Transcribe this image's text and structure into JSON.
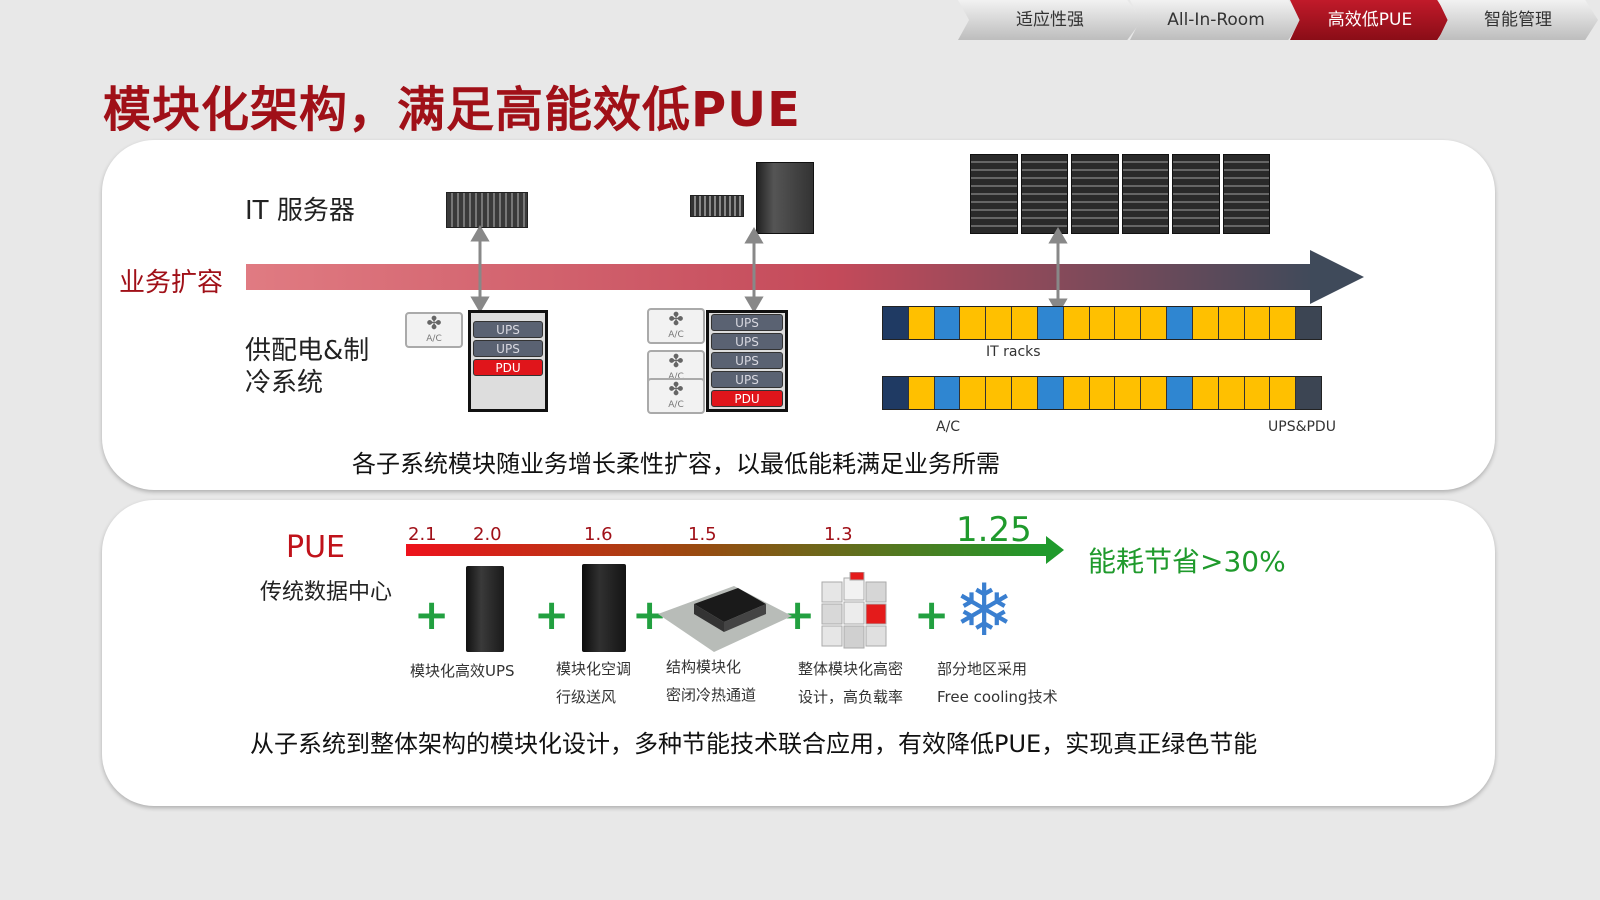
{
  "nav": {
    "tabs": [
      {
        "label": "适应性强",
        "active": false
      },
      {
        "label": "All-In-Room",
        "active": false
      },
      {
        "label": "高效低PUE",
        "active": true
      },
      {
        "label": "智能管理",
        "active": false
      }
    ]
  },
  "title": "模块化架构，满足高能效低PUE",
  "top": {
    "it_servers_label": "IT 服务器",
    "business_expansion_label": "业务扩容",
    "power_cooling_label_line1": "供配电&制",
    "power_cooling_label_line2": "冷系统",
    "ac_fan_text": "A/C",
    "ups_label": "UPS",
    "pdu_label": "PDU",
    "it_racks_label": "IT racks",
    "ac_label": "A/C",
    "ups_pdu_label": "UPS&PDU",
    "caption": "各子系统模块随业务增长柔性扩容，以最低能耗满足业务所需",
    "colors": {
      "rack_yellow": "#ffc000",
      "rack_blue": "#2f86d1",
      "rack_navy": "#1f3a63",
      "rack_gray": "#3c4553",
      "arrow_start": "#f6b6ba",
      "arrow_end": "#3f4a5a"
    },
    "rack_row_pattern": [
      "navy",
      "yellow",
      "blue",
      "yellow",
      "yellow",
      "yellow",
      "blue",
      "yellow",
      "yellow",
      "yellow",
      "yellow",
      "blue",
      "yellow",
      "yellow",
      "yellow",
      "yellow",
      "gray"
    ]
  },
  "bottom": {
    "pue_label": "PUE",
    "traditional_dc_label": "传统数据中心",
    "pue_values": [
      "2.1",
      "2.0",
      "1.6",
      "1.5",
      "1.3",
      "1.25"
    ],
    "savings_label": "能耗节省>30%",
    "devices": [
      {
        "line1": "模块化高效UPS",
        "line2": "",
        "icon": "ups-cabinet-icon"
      },
      {
        "line1": "模块化空调",
        "line2": "行级送风",
        "icon": "ac-cabinet-icon"
      },
      {
        "line1": "结构模块化",
        "line2": "密闭冷热通道",
        "icon": "containment-icon"
      },
      {
        "line1": "整体模块化高密",
        "line2": "设计，高负载率",
        "icon": "module-cube-icon"
      },
      {
        "line1": "部分地区采用",
        "line2": "Free cooling技术",
        "icon": "snowflake-icon"
      }
    ],
    "plus_sign": "+",
    "caption": "从子系统到整体架构的模块化设计，多种节能技术联合应用，有效降低PUE，实现真正绿色节能",
    "colors": {
      "gradient_start": "#e8121c",
      "gradient_end": "#1f9a2c",
      "plus": "#22a040",
      "savings": "#1f9a2c"
    }
  }
}
